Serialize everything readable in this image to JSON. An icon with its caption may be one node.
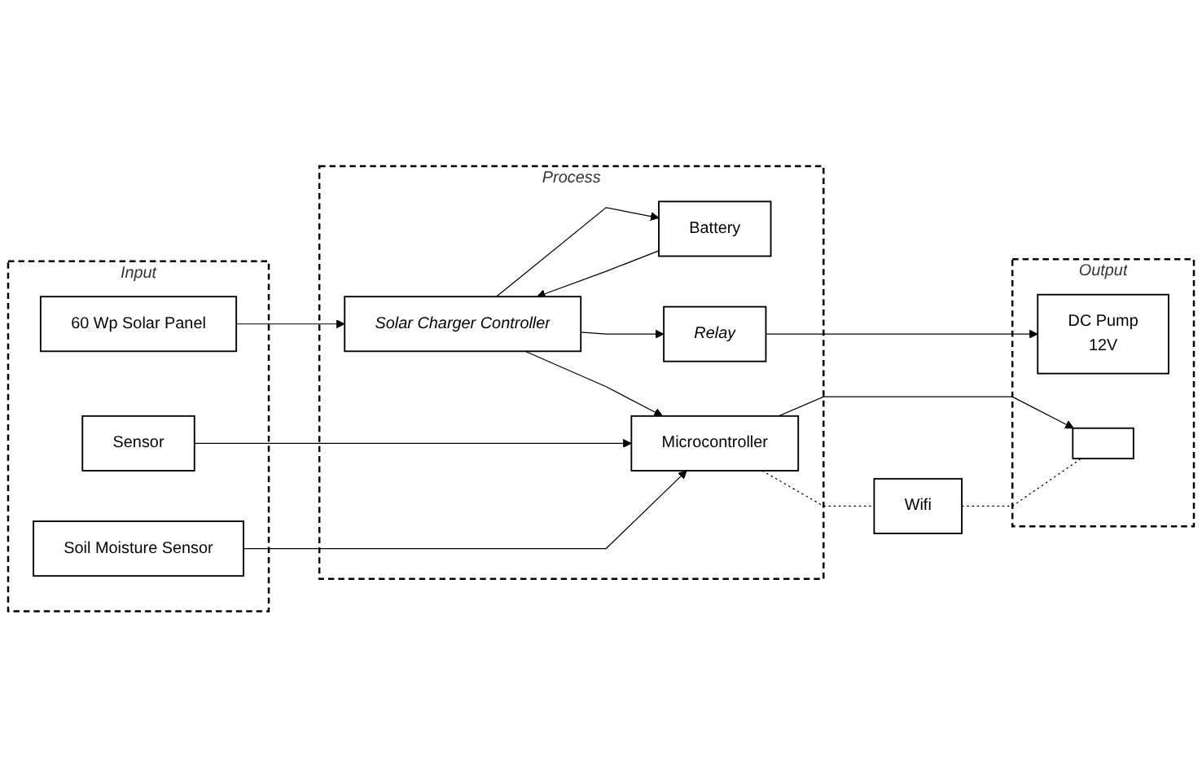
{
  "diagram": {
    "nodes": [
      {
        "text": [
          "Input"
        ]
      },
      {
        "text": [
          "60 Wp Solar Panel"
        ],
        "in": 0
      },
      {
        "text": [
          "Sensor"
        ],
        "in": 0
      },
      {
        "text": [
          "Soil Moisture Sensor"
        ],
        "in": 0
      },
      {
        "text": [
          "Process"
        ]
      },
      {
        "text": [
          "Battery"
        ],
        "in": 4
      },
      {
        "text": [
          "Solar Charger Controller"
        ],
        "in": 4
      },
      {
        "text": [
          "Relay"
        ],
        "in": 4
      },
      {
        "text": [
          "Microcontroller"
        ],
        "in": 4
      },
      {
        "text": [
          "Output"
        ]
      },
      {
        "text": [
          "DC Pump",
          "12V"
        ],
        "in": 9
      },
      {
        "text": [],
        "shape": "box",
        "in": 9
      },
      {
        "text": [
          "Wifi"
        ]
      }
    ],
    "edges": [
      {
        "from": 1,
        "to": 6,
        "arrow": "to"
      },
      {
        "from": 5,
        "to": 6,
        "arrow": "to"
      },
      {
        "from": 6,
        "to": 5,
        "arrow": "to"
      },
      {
        "from": 6,
        "to": 7,
        "arrow": "to"
      },
      {
        "from": 7,
        "to": 10,
        "arrow": "to"
      },
      {
        "from": 6,
        "to": 8,
        "arrow": "to"
      },
      {
        "from": 2,
        "to": 8,
        "arrow": "to"
      },
      {
        "from": 3,
        "to": 8,
        "arrow": "to"
      },
      {
        "from": 8,
        "to": 11,
        "arrow": "to"
      },
      {
        "from": 8,
        "to": 12,
        "arrow": "none",
        "style": "dashed"
      },
      {
        "from": 12,
        "to": 11,
        "arrow": "none",
        "style": "dashed"
      }
    ]
  }
}
